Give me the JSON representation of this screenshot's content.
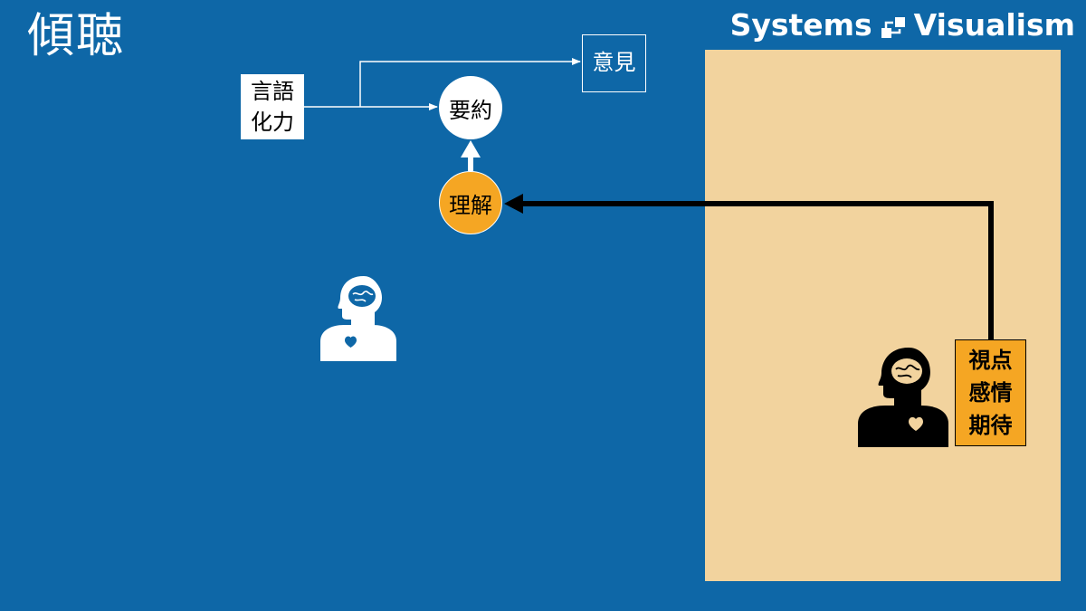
{
  "title": "傾聴",
  "brand": {
    "text_left": "Systems",
    "text_right": "Visualism",
    "logo_icon": "boxes-arrows-icon"
  },
  "nodes": {
    "language": {
      "line1": "言語",
      "line2": "化力"
    },
    "summary": "要約",
    "opinion": "意見",
    "understanding": "理解",
    "speaker_tags": [
      "視点",
      "感情",
      "期待"
    ]
  },
  "colors": {
    "background": "#0e67a7",
    "panel": "#f2d39e",
    "accent": "#f5a623",
    "white": "#ffffff",
    "black": "#000000"
  },
  "icons": [
    "listener-head-icon",
    "speaker-head-icon",
    "brain-icon",
    "heart-icon"
  ]
}
